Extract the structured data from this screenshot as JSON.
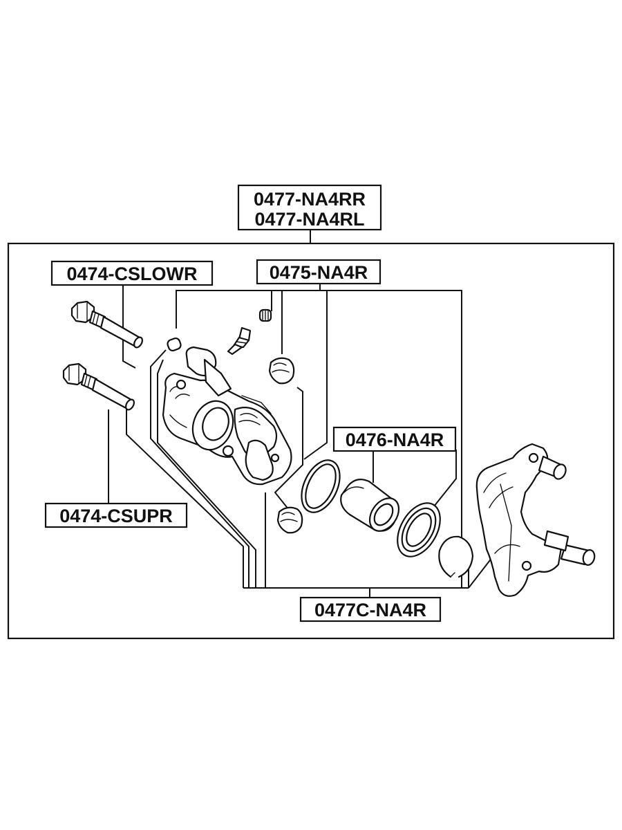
{
  "labels": {
    "assembly_right": "0477-NA4RR",
    "assembly_left": "0477-NA4RL",
    "guide_pin_lower": "0474-CSLOWR",
    "guide_pin_upper": "0474-CSUPR",
    "boot_kit": "0475-NA4R",
    "piston": "0476-NA4R",
    "repair_kit": "0477C-NA4R"
  },
  "colors": {
    "line": "#111111",
    "background": "#ffffff"
  },
  "icons": {
    "guide_pin_lower": "bolt-icon",
    "guide_pin_upper": "bolt-icon",
    "caliper_body": "caliper-icon",
    "bracket": "caliper-bracket-icon",
    "piston": "piston-icon",
    "seal": "seal-ring-icon",
    "dust_boot": "dust-boot-icon",
    "snap_ring": "snap-ring-icon",
    "bleeder": "bleeder-screw-icon"
  }
}
